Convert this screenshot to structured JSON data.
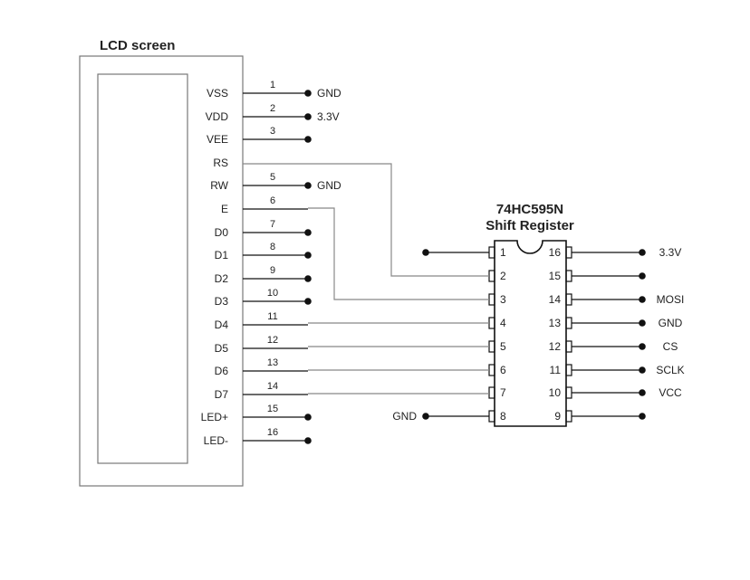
{
  "lcd": {
    "title": "LCD screen",
    "pins": [
      {
        "num": "1",
        "name": "VSS",
        "net": "GND"
      },
      {
        "num": "2",
        "name": "VDD",
        "net": "3.3V"
      },
      {
        "num": "3",
        "name": "VEE",
        "net": ""
      },
      {
        "num": "",
        "name": "RS",
        "net": ""
      },
      {
        "num": "5",
        "name": "RW",
        "net": "GND"
      },
      {
        "num": "6",
        "name": "E",
        "net": ""
      },
      {
        "num": "7",
        "name": "D0",
        "net": ""
      },
      {
        "num": "8",
        "name": "D1",
        "net": ""
      },
      {
        "num": "9",
        "name": "D2",
        "net": ""
      },
      {
        "num": "10",
        "name": "D3",
        "net": ""
      },
      {
        "num": "11",
        "name": "D4",
        "net": ""
      },
      {
        "num": "12",
        "name": "D5",
        "net": ""
      },
      {
        "num": "13",
        "name": "D6",
        "net": ""
      },
      {
        "num": "14",
        "name": "D7",
        "net": ""
      },
      {
        "num": "15",
        "name": "LED+",
        "net": ""
      },
      {
        "num": "16",
        "name": "LED-",
        "net": ""
      }
    ]
  },
  "chip": {
    "title_line1": "74HC595N",
    "title_line2": "Shift Register",
    "left_pins": [
      {
        "num": "1",
        "net": ""
      },
      {
        "num": "2",
        "net": ""
      },
      {
        "num": "3",
        "net": ""
      },
      {
        "num": "4",
        "net": ""
      },
      {
        "num": "5",
        "net": ""
      },
      {
        "num": "6",
        "net": ""
      },
      {
        "num": "7",
        "net": ""
      },
      {
        "num": "8",
        "net": "GND"
      }
    ],
    "right_pins": [
      {
        "num": "16",
        "net": "3.3V"
      },
      {
        "num": "15",
        "net": ""
      },
      {
        "num": "14",
        "net": "MOSI"
      },
      {
        "num": "13",
        "net": "GND"
      },
      {
        "num": "12",
        "net": "CS"
      },
      {
        "num": "11",
        "net": "SCLK"
      },
      {
        "num": "10",
        "net": "VCC"
      },
      {
        "num": "9",
        "net": ""
      }
    ]
  }
}
